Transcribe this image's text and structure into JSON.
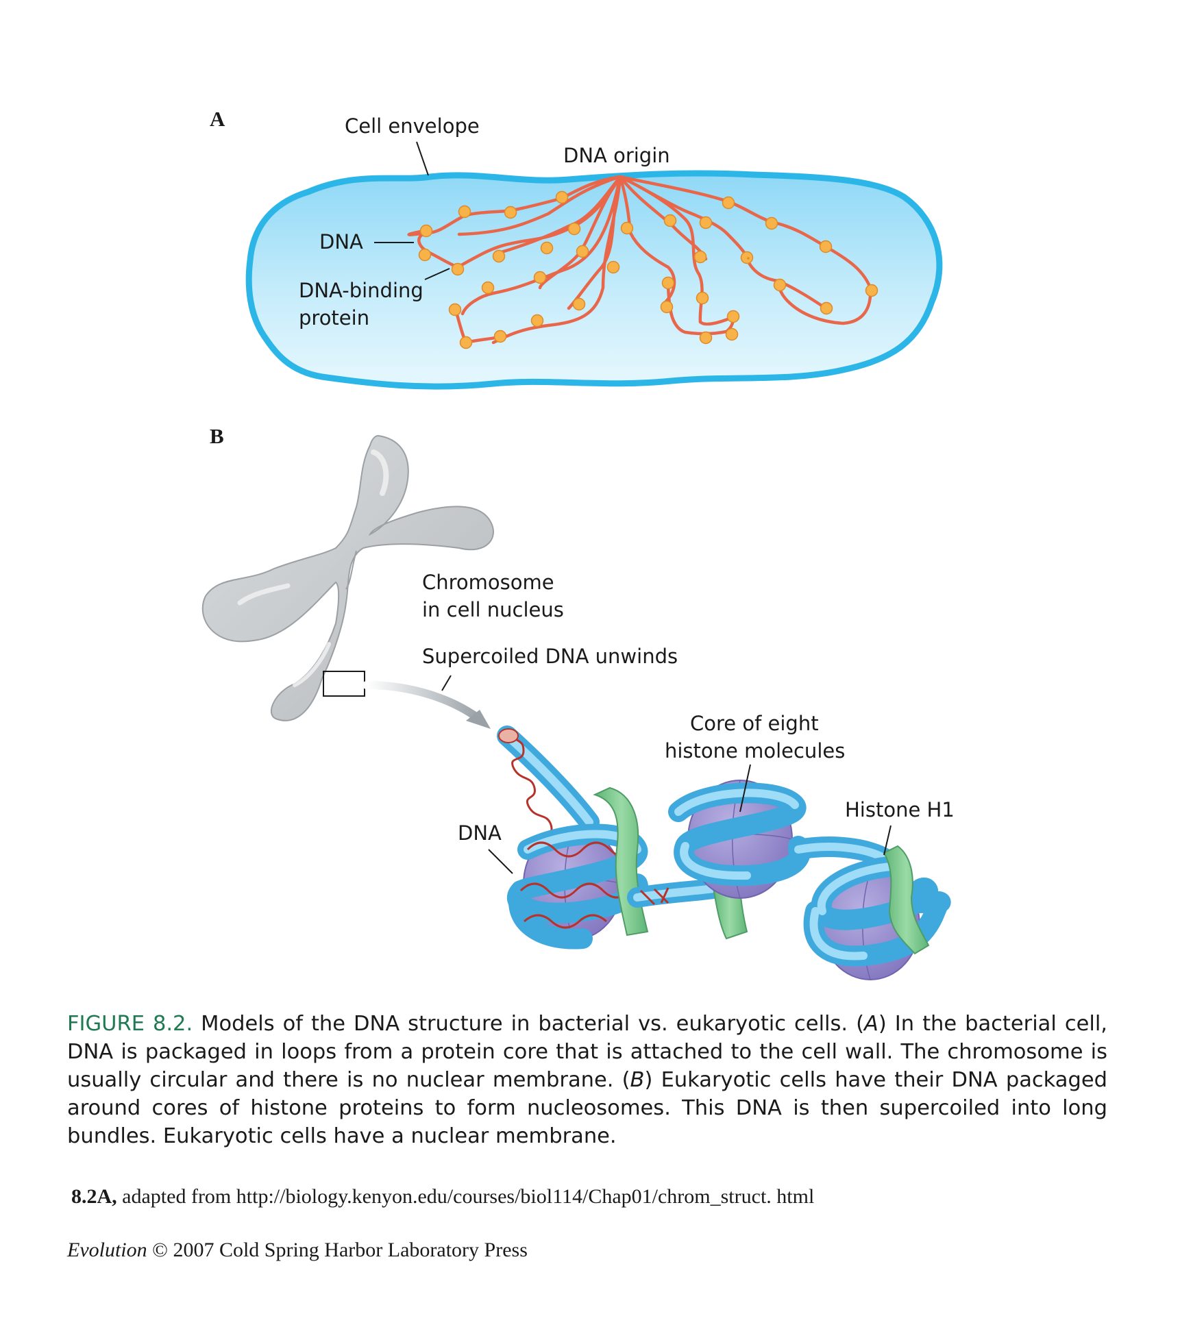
{
  "panel_a": {
    "letter": "A",
    "labels": {
      "cell_envelope": "Cell envelope",
      "dna_origin": "DNA origin",
      "dna": "DNA",
      "dna_binding_line1": "DNA-binding",
      "dna_binding_line2": "protein"
    },
    "colors": {
      "cytoplasm": "#bfe9fb",
      "envelope": "#2cb6e8",
      "dna": "#e8674a",
      "protein": "#f7b24a"
    }
  },
  "panel_b": {
    "letter": "B",
    "labels": {
      "chromosome_line1": "Chromosome",
      "chromosome_line2": "in cell nucleus",
      "supercoiled": "Supercoiled DNA unwinds",
      "core_line1": "Core of eight",
      "core_line2": "histone molecules",
      "histone_h1": "Histone H1",
      "dna": "DNA"
    },
    "colors": {
      "chromosome": "#c9cdd0",
      "dna_tube": "#3fa9de",
      "histone_core": "#8f82c8",
      "histone_h1": "#7cc98c",
      "helix": "#b7322a"
    }
  },
  "caption": {
    "label": "FIGURE 8.2.",
    "seg1": " Models of the DNA structure in bacterial vs. eukaryotic cells. (",
    "a": "A",
    "seg2": ") In the bacterial cell, DNA is packaged in loops from a protein core that is attached to the cell wall. The chromosome is usually circular and there is no nuclear membrane. (",
    "b": "B",
    "seg3": ") Eukaryotic cells have their DNA packaged around cores of histone proteins to form nucleosomes. This DNA is then supercoiled into long bundles. Eukaryotic cells have a nuclear membrane."
  },
  "credit": {
    "bold": "8.2A,",
    "text": " adapted from http://biology.kenyon.edu/courses/biol114/Chap01/chrom_struct. html"
  },
  "copyright": {
    "italic": "Evolution",
    "text": " © 2007 Cold Spring Harbor Laboratory Press"
  }
}
